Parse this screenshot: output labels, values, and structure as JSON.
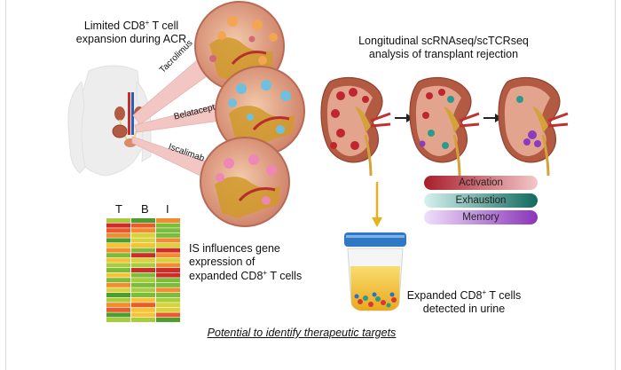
{
  "title_left": [
    "Limited CD8",
    "+",
    " T cell",
    "expansion during ACR"
  ],
  "title_right": [
    "Longitudinal scRNAseq/scTCRseq",
    "analysis of transplant rejection"
  ],
  "drugs": [
    "Tacrolimus",
    "Belatacept",
    "Iscalimab"
  ],
  "heatmap_headers": [
    "T",
    "B",
    "I"
  ],
  "heatmap_caption": [
    "IS influences gene",
    "expression of",
    "expanded CD8",
    "+",
    " T cells"
  ],
  "states": [
    "Activation",
    "Exhaustion",
    "Memory"
  ],
  "urine_caption": [
    "Expanded CD8",
    "+",
    " T cells",
    "detected in urine"
  ],
  "bottom_note": "Potential to identify therapeutic targets",
  "colors": {
    "activation": "#b41f2b",
    "exhaustion": "#15756a",
    "memory": "#8a37b8",
    "kidney": "#b35a42",
    "cup_yellow": "#f2c53d",
    "cup_lid": "#2f78c3"
  }
}
